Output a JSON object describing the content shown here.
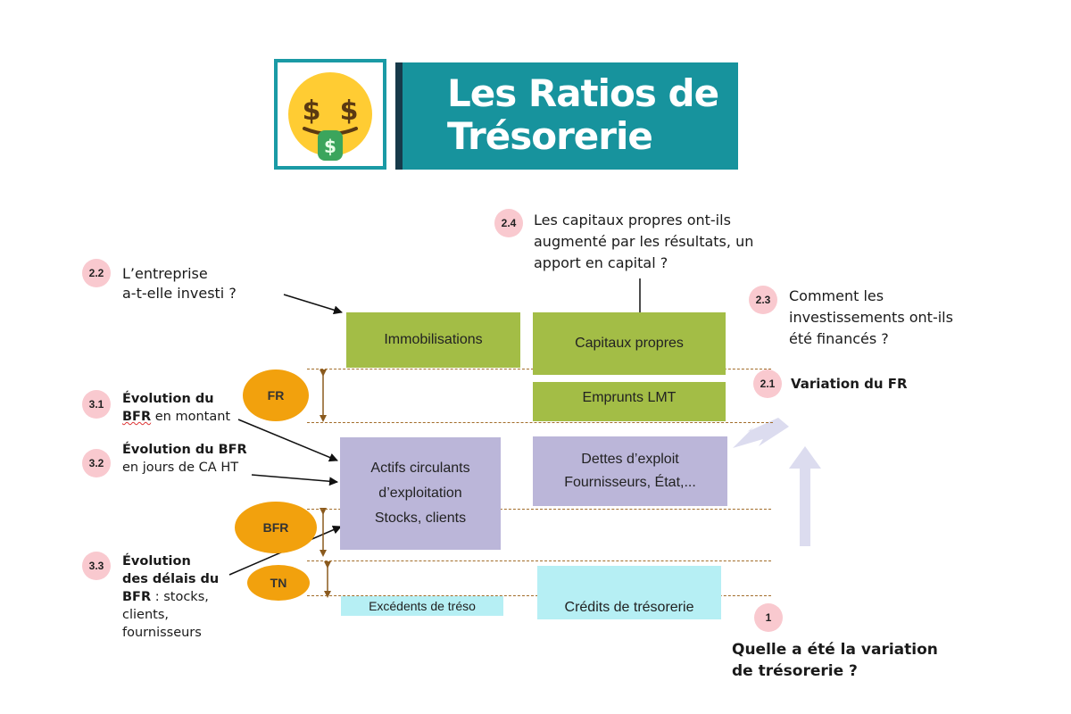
{
  "header": {
    "title_line1": "Les Ratios de",
    "title_line2": "Trésorerie",
    "logo_icon": "money-mouth-face-icon"
  },
  "blocks": {
    "immobilisations": "Immobilisations",
    "capitaux_propres": "Capitaux propres",
    "emprunts": "Emprunts LMT",
    "actifs_line1": "Actifs circulants",
    "actifs_line2": "d’exploitation",
    "actifs_line3": "Stocks, clients",
    "dettes_line1": "Dettes d’exploit",
    "dettes_line2": "Fournisseurs, État,...",
    "excedents": "Excédents de tréso",
    "credits": "Crédits de trésorerie"
  },
  "ellipses": {
    "fr": "FR",
    "bfr": "BFR",
    "tn": "TN"
  },
  "badges": {
    "b22": "2.2",
    "b24": "2.4",
    "b23": "2.3",
    "b21": "2.1",
    "b31": "3.1",
    "b32": "3.2",
    "b33": "3.3",
    "b1": "1"
  },
  "questions": {
    "q22_l1": "L’entreprise",
    "q22_l2": "a-t-elle investi ?",
    "q24_l1": "Les capitaux propres ont-ils",
    "q24_l2": "augmenté par les résultats, un",
    "q24_l3": "apport en capital ?",
    "q23_l1": "Comment les",
    "q23_l2": "investissements ont-ils",
    "q23_l3": "été financés ?",
    "q21": "Variation du FR",
    "q31_l1": "Évolution du",
    "q31_bfr": "BFR",
    "q31_rest": "en montant",
    "q32_l1": "Évolution du BFR",
    "q32_l2": "en jours de CA HT",
    "q33_l1": "Évolution",
    "q33_l2": "des délais du",
    "q33_bfr": "BFR",
    "q33_rest": ": stocks,",
    "q33_l4": "clients,",
    "q33_l5": "fournisseurs",
    "q1_l1": "Quelle a été la variation",
    "q1_l2": "de trésorerie ?"
  },
  "colors": {
    "teal": "#17939d",
    "navy": "#173a4a",
    "green_block": "#a3bd46",
    "purple_block": "#bbb6d9",
    "cyan_block": "#b6eff4",
    "orange_ellipse": "#f2a10d",
    "pink_badge": "#f9c9cf",
    "dash_brown": "#a26d2a"
  }
}
